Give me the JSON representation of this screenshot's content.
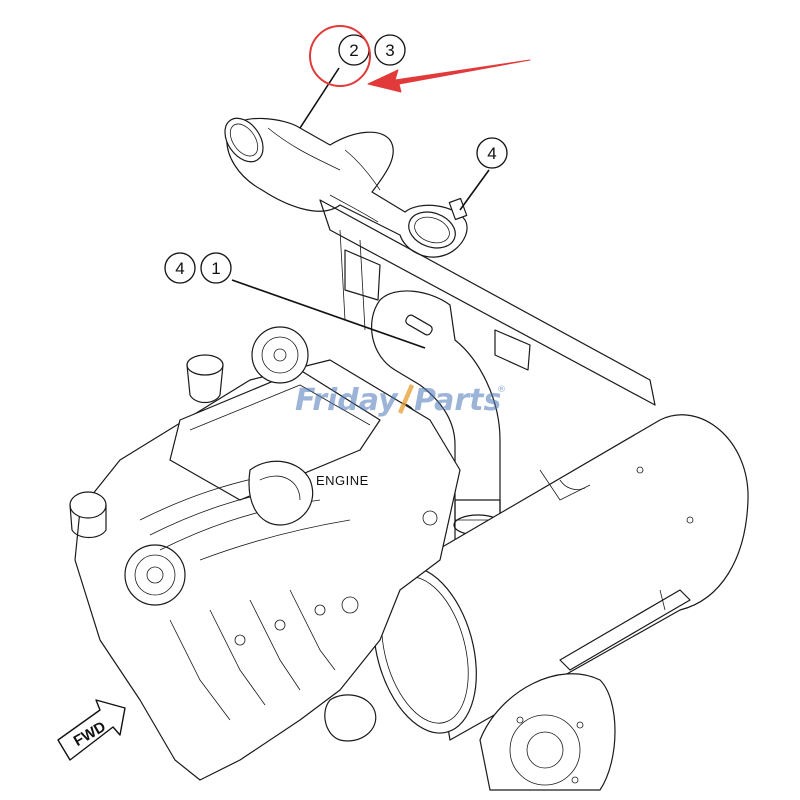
{
  "callouts": {
    "c2": "2",
    "c3": "3",
    "c4_upper": "4",
    "c4_left": "4",
    "c1": "1"
  },
  "labels": {
    "engine": "ENGINE",
    "fwd": "FWD"
  },
  "watermark": {
    "brand_part1": "Friday",
    "brand_part2": "Parts",
    "mark": "®"
  },
  "colors": {
    "highlight": "#e23a3a",
    "line": "#1a1a1a",
    "watermark": "#4a78b8"
  }
}
